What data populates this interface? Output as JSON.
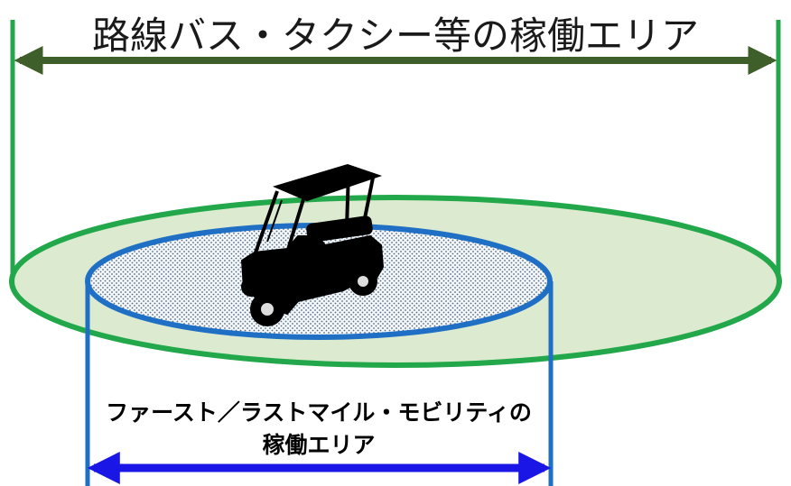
{
  "diagram": {
    "outer_area_label": "路線バス・タクシー等の稼働エリア",
    "inner_area_label_line1": "ファースト／ラストマイル・モビリティの",
    "inner_area_label_line2": "稼働エリア",
    "colors": {
      "outer_ring": "#22a84a",
      "outer_fill": "#dcebcf",
      "outer_arrow": "#3f5f2a",
      "inner_ring": "#1f6fc4",
      "inner_arrow": "#1a17e6",
      "vehicle": "#000000"
    },
    "vehicle_icon": "golf-cart-icon"
  }
}
